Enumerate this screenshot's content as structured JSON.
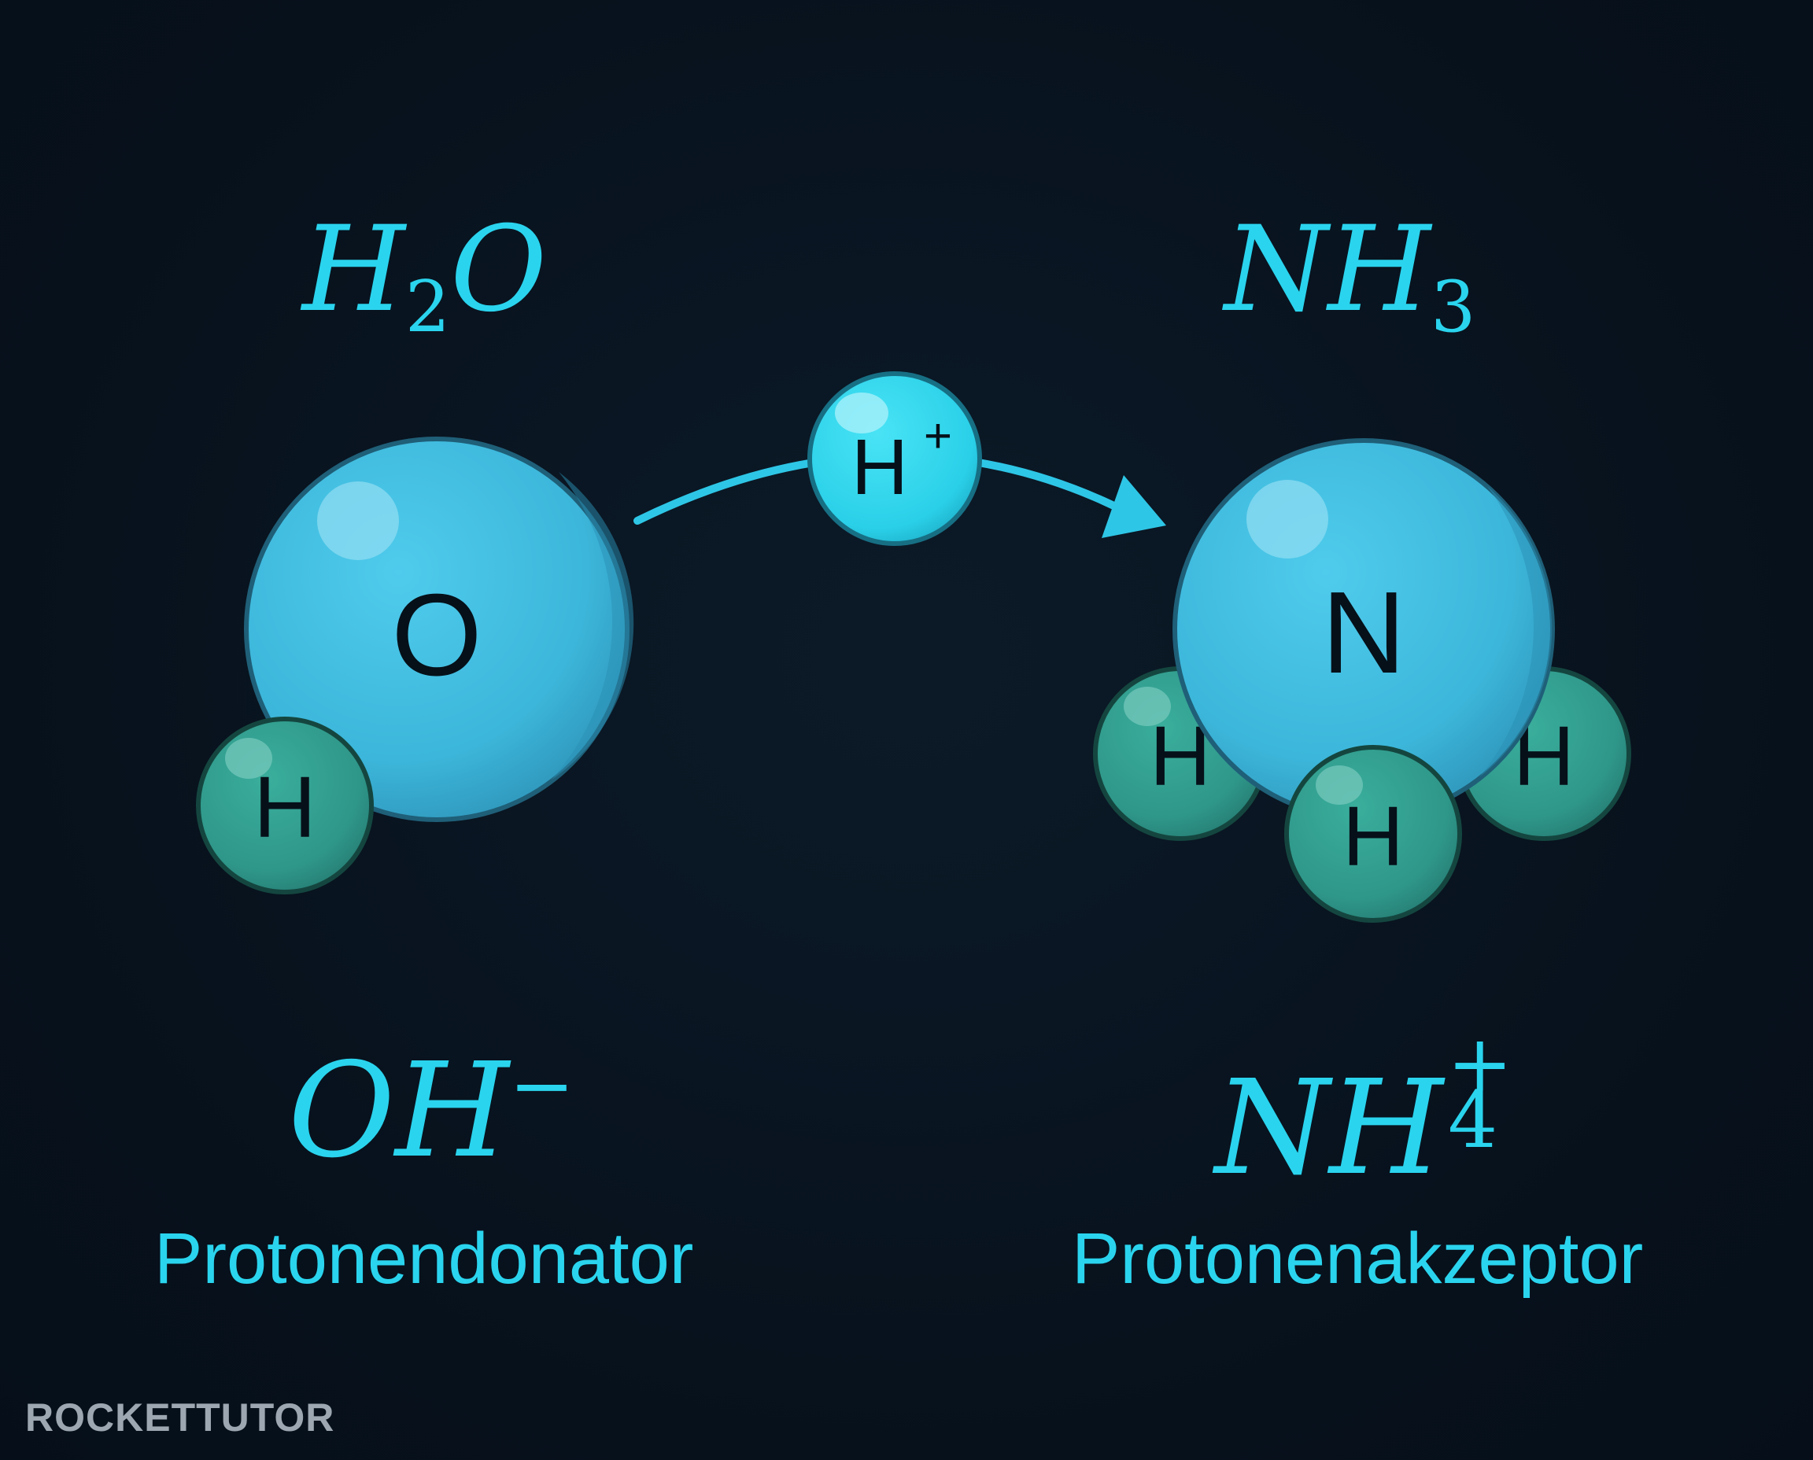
{
  "reactants": {
    "donor_formula": {
      "base": "H",
      "sub": "2",
      "tail": "O"
    },
    "acceptor_formula": {
      "base": "NH",
      "sub": "3"
    }
  },
  "products": {
    "donor_formula": {
      "base": "OH",
      "sup": "−"
    },
    "acceptor_formula": {
      "base": "NH",
      "sub": "4",
      "sup": "+"
    }
  },
  "roles": {
    "donor": "Protonendonator",
    "acceptor": "Protonenakzeptor"
  },
  "atoms": {
    "oxygen": "O",
    "nitrogen": "N",
    "hydrogen": "H",
    "proton": "H",
    "proton_charge": "+"
  },
  "watermark": "ROCKETTUTOR",
  "colors": {
    "background": "#08131f",
    "text_accent": "#2ad4ee",
    "large_atom": "#3fbde0",
    "hydrogen_atom": "#2f9a8a",
    "proton": "#2ad4ee"
  }
}
